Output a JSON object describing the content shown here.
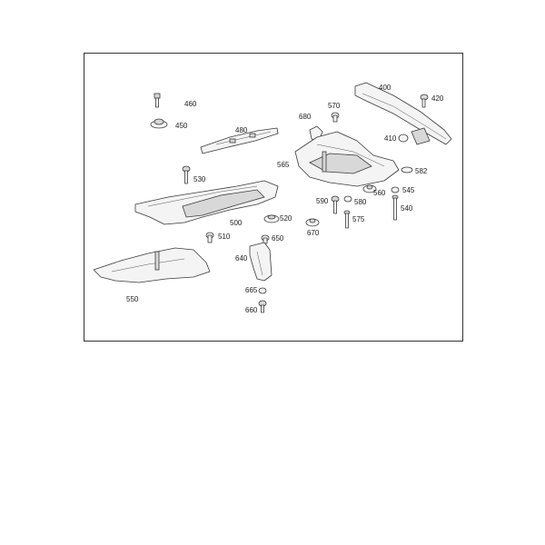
{
  "diagram": {
    "callouts": [
      {
        "id": "c460",
        "label": "460"
      },
      {
        "id": "c450",
        "label": "450"
      },
      {
        "id": "c480",
        "label": "480"
      },
      {
        "id": "c680",
        "label": "680"
      },
      {
        "id": "c570",
        "label": "570"
      },
      {
        "id": "c400",
        "label": "400"
      },
      {
        "id": "c420",
        "label": "420"
      },
      {
        "id": "c410",
        "label": "410"
      },
      {
        "id": "c565",
        "label": "565"
      },
      {
        "id": "c582",
        "label": "582"
      },
      {
        "id": "c530",
        "label": "530"
      },
      {
        "id": "c545",
        "label": "545"
      },
      {
        "id": "c590",
        "label": "590"
      },
      {
        "id": "c580",
        "label": "580"
      },
      {
        "id": "c560",
        "label": "560"
      },
      {
        "id": "c540",
        "label": "540"
      },
      {
        "id": "c520",
        "label": "520"
      },
      {
        "id": "c575",
        "label": "575"
      },
      {
        "id": "c500",
        "label": "500"
      },
      {
        "id": "c670",
        "label": "670"
      },
      {
        "id": "c510",
        "label": "510"
      },
      {
        "id": "c650",
        "label": "650"
      },
      {
        "id": "c640",
        "label": "640"
      },
      {
        "id": "c550",
        "label": "550"
      },
      {
        "id": "c665",
        "label": "665"
      },
      {
        "id": "c660",
        "label": "660"
      }
    ]
  }
}
